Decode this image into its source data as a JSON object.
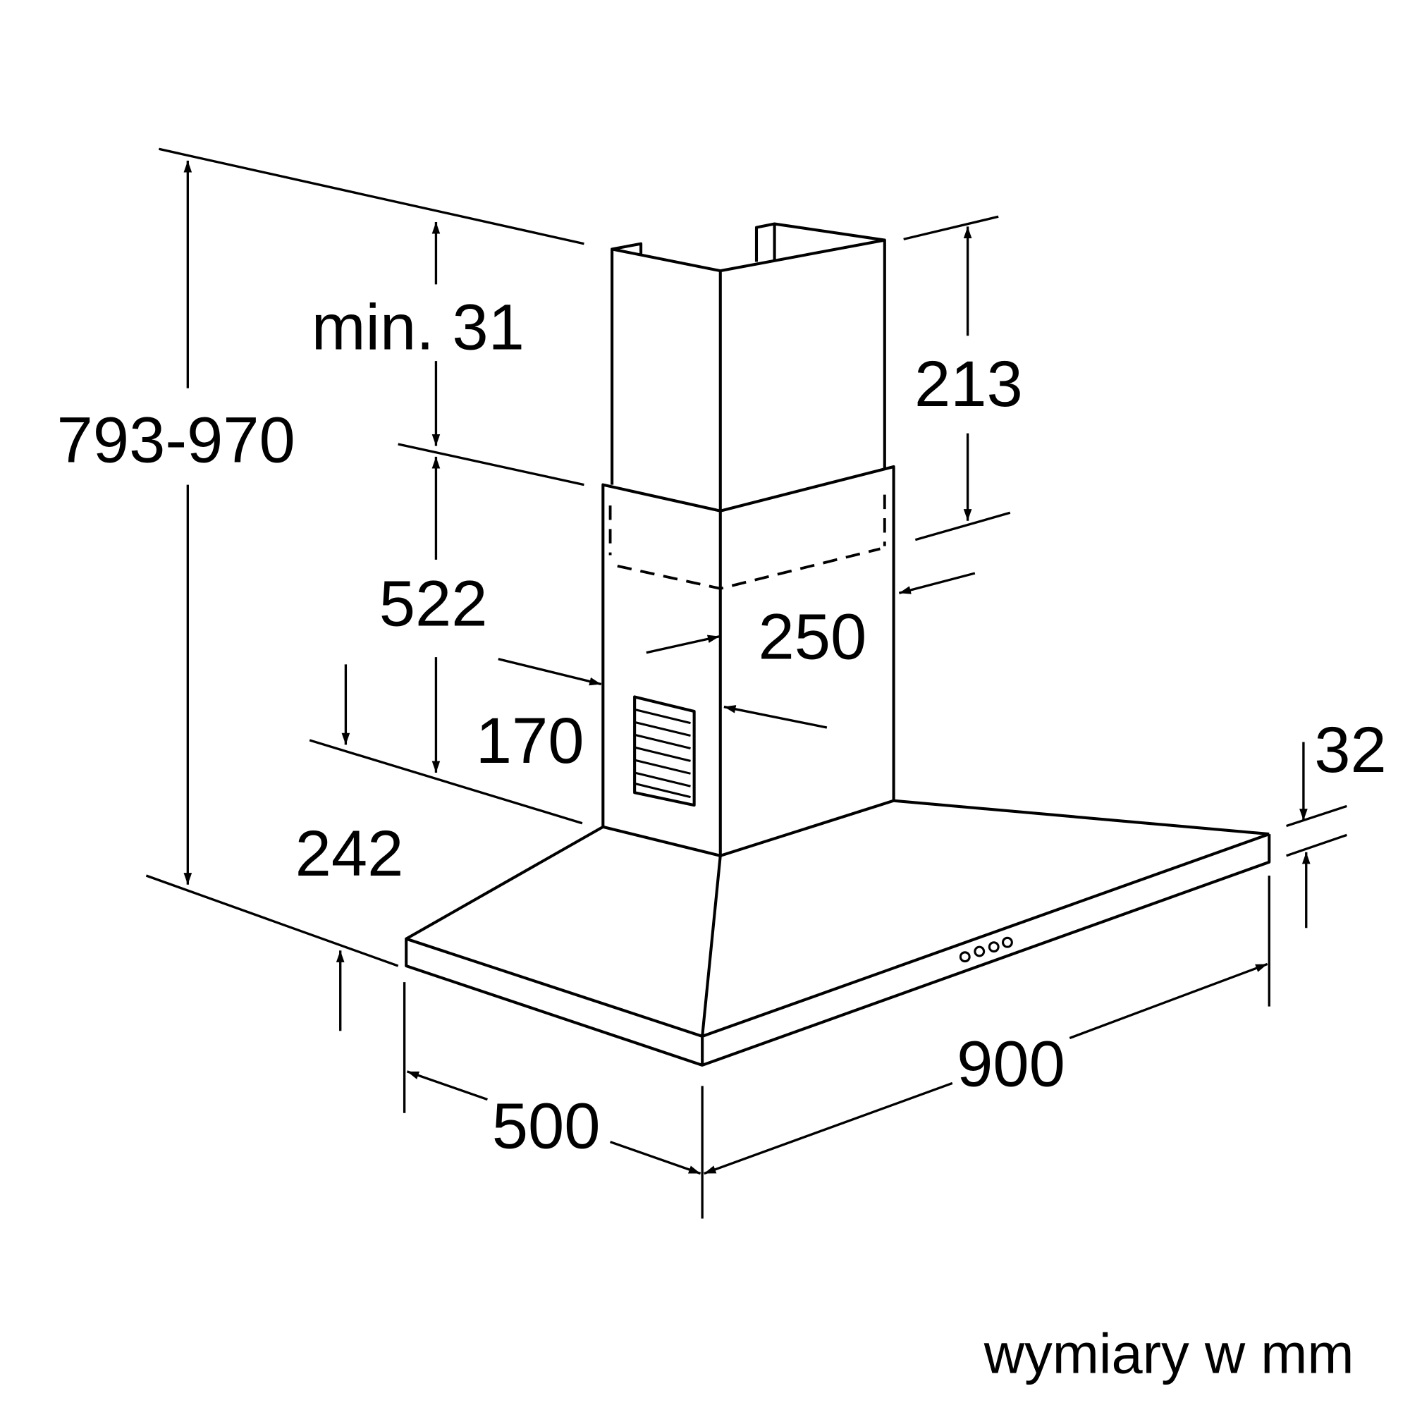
{
  "dimensions": {
    "total_height": "793-970",
    "min_gap": "min. 31",
    "lower_chimney_height": "522",
    "upper_chimney_height": "213",
    "chimney_depth": "250",
    "chimney_width": "170",
    "canopy_height": "242",
    "edge_thickness": "32",
    "width": "900",
    "depth": "500"
  },
  "units_note": "wymiary w mm",
  "colors": {
    "line": "#000000",
    "background": "#ffffff"
  }
}
